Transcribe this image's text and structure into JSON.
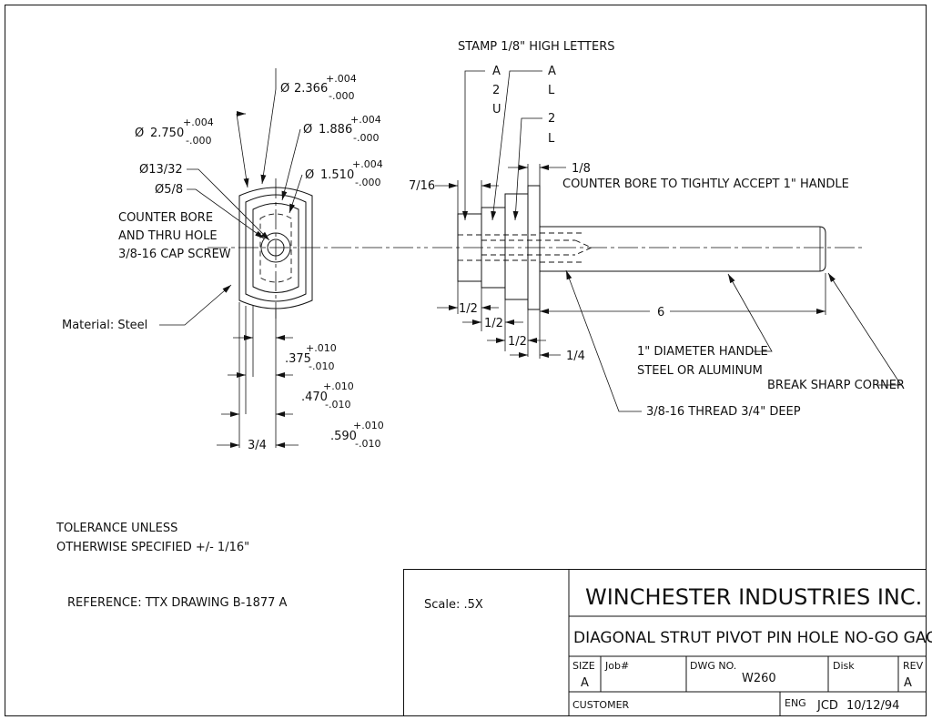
{
  "notes": {
    "stamp": "STAMP 1/8\" HIGH LETTERS",
    "stamp_col1": [
      "A",
      "2",
      "U"
    ],
    "stamp_col2": [
      "A",
      "L"
    ],
    "stamp_col3": [
      "2",
      "L"
    ],
    "counterbore_handle": "COUNTER BORE TO TIGHTLY ACCEPT 1\" HANDLE",
    "counterbore_thru": [
      "COUNTER BORE",
      "AND THRU HOLE",
      "3/8-16 CAP SCREW"
    ],
    "material": "Material: Steel",
    "handle": [
      "1\" DIAMETER HANDLE",
      "STEEL OR ALUMINUM"
    ],
    "break_corner": "BREAK SHARP CORNER",
    "thread": "3/8-16 THREAD 3/4\" DEEP",
    "tolerance": [
      "TOLERANCE UNLESS",
      "OTHERWISE SPECIFIED +/- 1/16\""
    ],
    "reference": "REFERENCE: TTX DRAWING B-1877 A"
  },
  "dims": {
    "d2366": {
      "sym": "Ø",
      "val": "2.366",
      "plus": "+.004",
      "minus": "-.000"
    },
    "d2750": {
      "sym": "Ø",
      "val": "2.750",
      "plus": "+.004",
      "minus": "-.000"
    },
    "d1886": {
      "sym": "Ø",
      "val": "1.886",
      "plus": "+.004",
      "minus": "-.000"
    },
    "d1510": {
      "sym": "Ø",
      "val": "1.510",
      "plus": "+.004",
      "minus": "-.000"
    },
    "d1332": "Ø13/32",
    "d58": "Ø5/8",
    "seven16": "7/16",
    "one8": "1/8",
    "half_a": "1/2",
    "half_b": "1/2",
    "half_c": "1/2",
    "six": "6",
    "quarter": "1/4",
    "three4": "3/4",
    "d375": {
      "val": ".375",
      "plus": "+.010",
      "minus": "-.010"
    },
    "d470": {
      "val": ".470",
      "plus": "+.010",
      "minus": "-.010"
    },
    "d590": {
      "val": ".590",
      "plus": "+.010",
      "minus": "-.010"
    }
  },
  "title_block": {
    "scale": "Scale: .5X",
    "company": "WINCHESTER INDUSTRIES INC.",
    "title": "DIAGONAL STRUT PIVOT PIN HOLE NO-GO GAGE",
    "size_label": "SIZE",
    "size": "A",
    "job_label": "Job#",
    "dwg_label": "DWG NO.",
    "dwg": "W260",
    "disk_label": "Disk",
    "rev_label": "REV",
    "rev": "A",
    "customer_label": "CUSTOMER",
    "eng_label": "ENG",
    "eng": "JCD",
    "date": "10/12/94"
  }
}
